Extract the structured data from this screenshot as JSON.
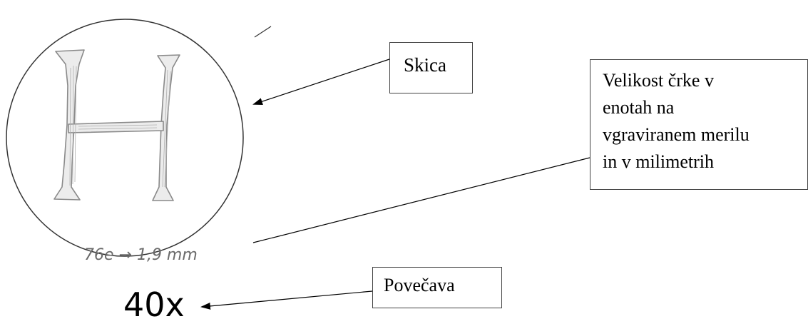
{
  "labels": {
    "skica": "Skica",
    "velikost_lines": [
      "Velikost črke v",
      "enotah na",
      "vgraviranem merilu",
      "in v milimetrih"
    ],
    "povecava": "Povečava"
  },
  "magnification": "40x",
  "sketch": {
    "letter": "H",
    "handwritten_measure": "76e → 1,9 mm"
  },
  "colors": {
    "line": "#000000",
    "box_border": "#444444",
    "pencil": "#8a8a8a"
  }
}
